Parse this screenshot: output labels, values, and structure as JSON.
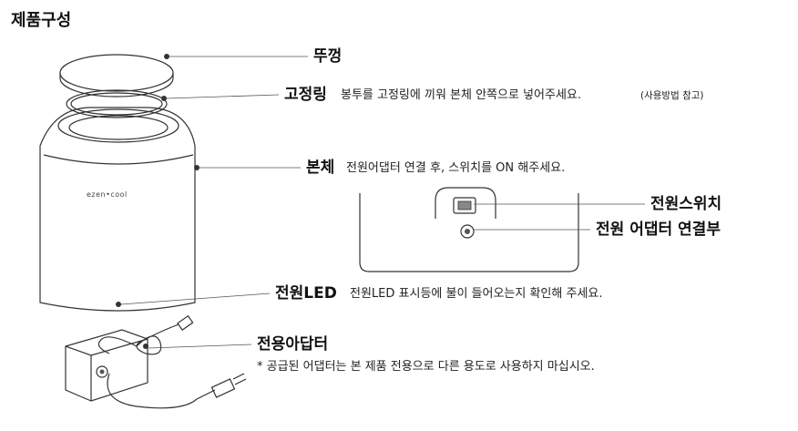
{
  "title": "제품구성",
  "brand_logo": "ezen•cool",
  "parts": {
    "lid": {
      "label": "뚜껑"
    },
    "ring": {
      "label": "고정링",
      "description": "봉투를 고정링에 끼워 본체 안쪽으로 넣어주세요.",
      "note": "(사용방법 참고)"
    },
    "body": {
      "label": "본체",
      "description": "전원어댑터 연결 후, 스위치를 ON 해주세요."
    },
    "power_switch": {
      "label": "전원스위치"
    },
    "adapter_port": {
      "label": "전원 어댑터 연결부"
    },
    "power_led": {
      "label": "전원LED",
      "description": "전원LED 표시등에 불이 들어오는지 확인해 주세요."
    },
    "adapter": {
      "label": "전용아답터",
      "description": "* 공급된 어댑터는 본 제품 전용으로 다른 용도로 사용하지 마십시오."
    }
  }
}
